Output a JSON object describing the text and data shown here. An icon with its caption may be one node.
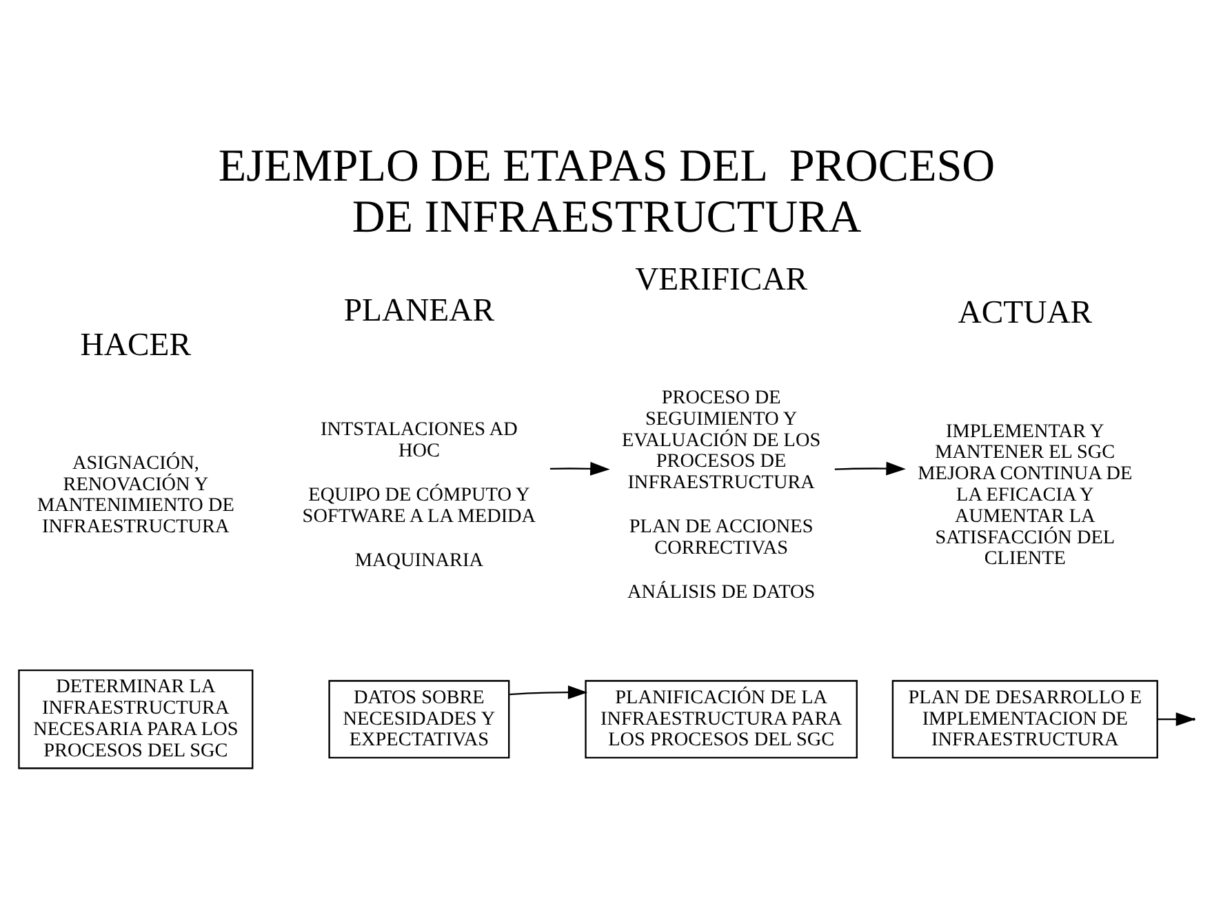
{
  "diagram": {
    "title": "EJEMPLO DE ETAPAS DEL  PROCESO DE INFRAESTRUCTURA",
    "nodes": [
      {
        "text": [
          "DETERMINAR LA INFRAESTRUCTURA NECESARIA PARA LOS PROCESOS DEL SGC"
        ]
      },
      {
        "text": [
          "DATOS SOBRE NECESIDADES Y EXPECTATIVAS"
        ]
      },
      {
        "text": [
          "PLANIFICACIÓN DE LA INFRAESTRUCTURA PARA LOS PROCESOS DEL SGC"
        ]
      },
      {
        "text": [
          "PLAN DE DESARROLLO E IMPLEMENTACION DE INFRAESTRUCTURA"
        ]
      },
      {
        "text": [
          "ASIGNACIÓN, RENOVACIÓN Y MANTENIMIENTO DE INFRAESTRUCTURA"
        ]
      },
      {
        "text": [
          "INTSTALACIONES AD HOC",
          "EQUIPO DE CÓMPUTO Y SOFTWARE A LA MEDIDA",
          "MAQUINARIA"
        ]
      },
      {
        "text": [
          "PROCESO DE SEGUIMIENTO Y EVALUACIÓN DE LOS PROCESOS DE INFRAESTRUCTURA",
          "PLAN DE ACCIONES CORRECTIVAS",
          "ANÁLISIS DE DATOS"
        ]
      },
      {
        "text": [
          "IMPLEMENTAR Y MANTENER EL SGC MEJORA CONTINUA DE LA EFICACIA Y AUMENTAR LA SATISFACCIÓN DEL CLIENTE"
        ]
      }
    ],
    "edges": [
      {
        "from": 1,
        "to": 2,
        "arrow": "to"
      },
      {
        "from": 3,
        "to": null,
        "arrow": "to"
      },
      {
        "from": 5,
        "to": 6,
        "arrow": "to"
      },
      {
        "from": 6,
        "to": 7,
        "arrow": "to"
      }
    ],
    "labels": [
      "PLANEAR",
      "HACER",
      "VERIFICAR",
      "ACTUAR"
    ]
  }
}
